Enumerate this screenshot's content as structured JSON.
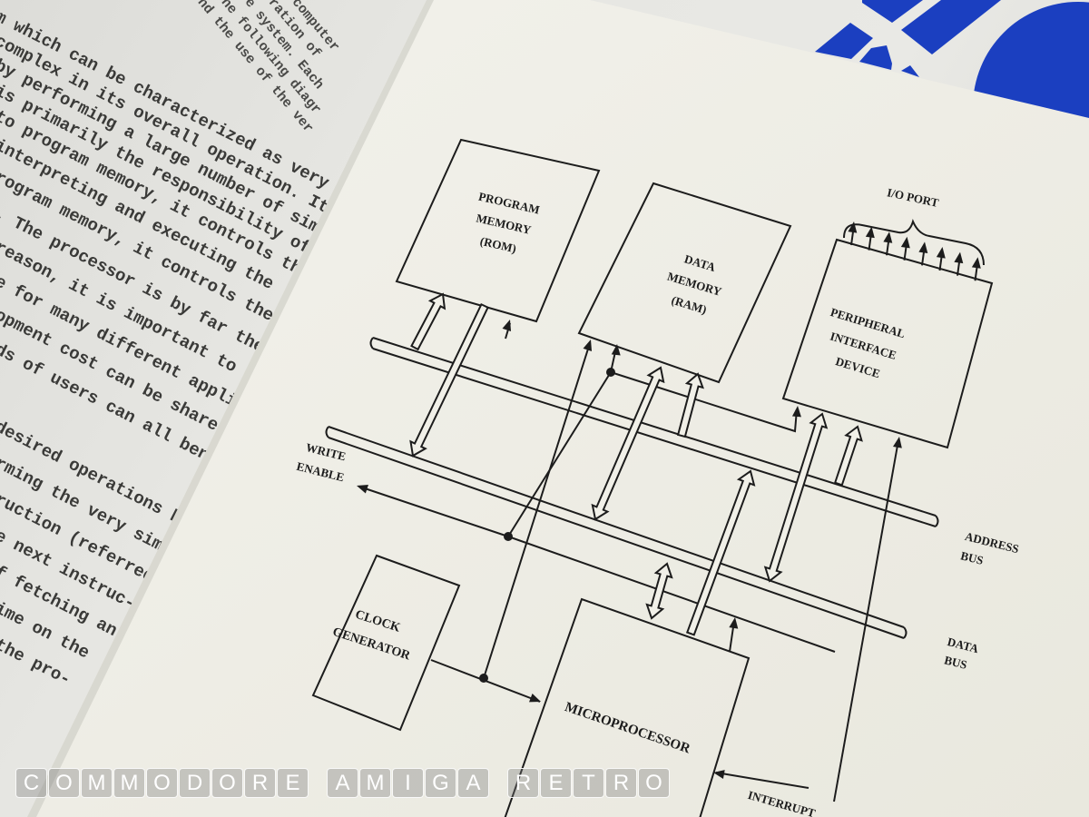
{
  "left_page": {
    "top_fragments": [
      "computer",
      "ration of",
      "e system. Each",
      "he following diagr",
      "nd the use of the ver"
    ],
    "lines": [
      "m which can be characterized as very",
      "complex in its overall operation. It",
      "by performing a large number of simple",
      "is primarily the responsibility of the",
      "to program memory, it controls the",
      "interpreting and executing the",
      "rogram memory, it controls the",
      ". The processor is by far the",
      "reason, it is important to",
      "e for many different appli-",
      "opment cost can be shared",
      "ds of users can all bene-",
      "desired operations by",
      "rming the very simple",
      "ruction (referred",
      "e next instruc-",
      "f fetching an",
      "ime on the",
      "the pro-"
    ]
  },
  "diagram": {
    "program_memory": [
      "PROGRAM",
      "MEMORY",
      "(ROM)"
    ],
    "data_memory": [
      "DATA",
      "MEMORY",
      "(RAM)"
    ],
    "peripheral": [
      "PERIPHERAL",
      "INTERFACE",
      "DEVICE"
    ],
    "io_port": "I/O PORT",
    "clock": [
      "CLOCK",
      "GENERATOR"
    ],
    "microprocessor": "MICROPROCESSOR",
    "address_bus": [
      "ADDRESS",
      "BUS"
    ],
    "data_bus": [
      "DATA",
      "BUS"
    ],
    "write_enable": [
      "WRITE",
      "ENABLE"
    ],
    "interrupt": "INTERRUPT"
  },
  "watermark": {
    "words": [
      "COMMODORE",
      "AMIGA",
      "RETRO"
    ]
  },
  "colors": {
    "cover_blue": "#1b3fc0",
    "page": "#efeee6",
    "ink": "#1c1c1c"
  }
}
